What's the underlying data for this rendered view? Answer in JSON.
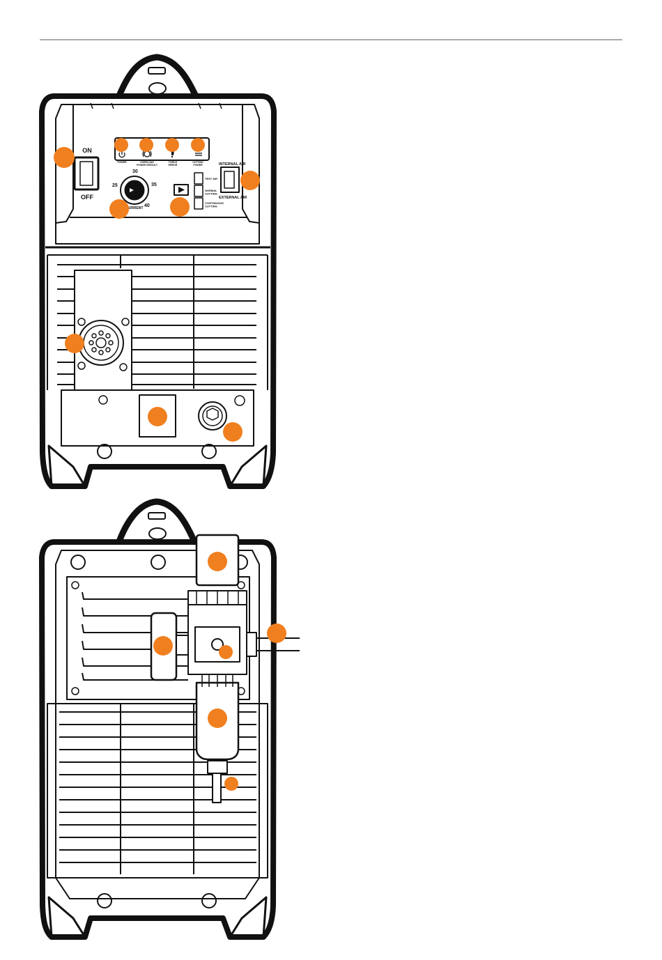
{
  "front_panel": {
    "switch_on": "ON",
    "switch_off": "OFF",
    "indicators": [
      {
        "icon": "power-icon",
        "label": "POWER"
      },
      {
        "icon": "overload-icon",
        "label": "OVERLOAD\nPOWER DEFAULT"
      },
      {
        "icon": "torch-error-icon",
        "label": "TORCH\nERROR"
      },
      {
        "icon": "cutting-power-icon",
        "label": "CUTTING\nPOWER"
      }
    ],
    "dial_ticks": [
      "25",
      "30",
      "35",
      "40"
    ],
    "dial_label": "CURRENT",
    "air_internal": "INTERNAL AIR",
    "air_external": "EXTERNAL AIR",
    "modes": [
      "TEST AIR",
      "NORMAL\nCUTTING",
      "CONTINUOUS\nCUTTING"
    ]
  },
  "colors": {
    "callout": "#F07F1F",
    "outline": "#111111",
    "rule": "#555555"
  }
}
